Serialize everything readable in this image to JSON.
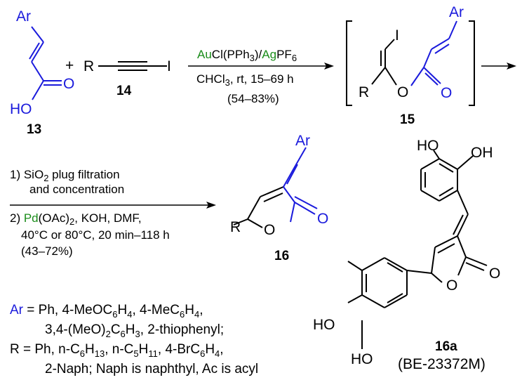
{
  "colors": {
    "black": "#000000",
    "blue": "#1a1adc",
    "green": "#1a8c1a"
  },
  "compounds": {
    "acid": {
      "label": "13",
      "ar": "Ar",
      "o": "O",
      "oh": "HO"
    },
    "iodoalkyne": {
      "label": "14",
      "r": "R",
      "i": "I",
      "plus": "+"
    },
    "ester": {
      "label": "15",
      "i": "I",
      "r": "R",
      "o1": "O",
      "o2": "O",
      "ar": "Ar"
    },
    "furanone": {
      "label": "16",
      "ar": "Ar",
      "r": "R",
      "o1": "O",
      "o2": "O"
    },
    "natural_product": {
      "label": "16a",
      "name": "(BE-23372M)",
      "ho1": "HO",
      "oh2": "OH",
      "ho3": "HO",
      "ho4": "HO",
      "o1": "O",
      "o2": "O"
    }
  },
  "step1": {
    "catalyst_a": "Au",
    "catalyst_b": "Cl(PPh",
    "catalyst_b_sub": "3",
    "catalyst_c": ")/",
    "catalyst_d": "Ag",
    "catalyst_e": "PF",
    "catalyst_e_sub": "6",
    "line2_a": "CHCl",
    "line2_a_sub": "3",
    "line2_b": ", rt, 15–69 h",
    "yield": "(54–83%)"
  },
  "step2": {
    "line1_a": "1) SiO",
    "line1_sub": "2",
    "line1_b": " plug filtration",
    "line2": "and concentration",
    "line3_a": "2) ",
    "line3_pd": "Pd",
    "line3_b": "(OAc)",
    "line3_sub": "2",
    "line3_c": ", KOH, DMF,",
    "line4": "40°C or 80°C, 20 min–118 h",
    "yield": "(43–72%)"
  },
  "legend": {
    "ar_key": "Ar",
    "ar_l1": [
      {
        "t": " = Ph, 4-MeOC"
      },
      {
        "t": "6",
        "sub": true
      },
      {
        "t": "H"
      },
      {
        "t": "4",
        "sub": true
      },
      {
        "t": ",  4-MeC"
      },
      {
        "t": "6",
        "sub": true
      },
      {
        "t": "H"
      },
      {
        "t": "4",
        "sub": true
      },
      {
        "t": ","
      }
    ],
    "ar_l2": [
      {
        "t": "3,4-(MeO)"
      },
      {
        "t": "2",
        "sub": true
      },
      {
        "t": "C"
      },
      {
        "t": "6",
        "sub": true
      },
      {
        "t": "H"
      },
      {
        "t": "3",
        "sub": true
      },
      {
        "t": ",  2-thiophenyl;"
      }
    ],
    "r_l1": [
      {
        "t": "R = Ph, n-C"
      },
      {
        "t": "6",
        "sub": true
      },
      {
        "t": "H"
      },
      {
        "t": "13",
        "sub": true
      },
      {
        "t": ", n-C"
      },
      {
        "t": "5",
        "sub": true
      },
      {
        "t": "H"
      },
      {
        "t": "11",
        "sub": true
      },
      {
        "t": ", 4-BrC"
      },
      {
        "t": "6",
        "sub": true
      },
      {
        "t": "H"
      },
      {
        "t": "4",
        "sub": true
      },
      {
        "t": ","
      }
    ],
    "r_l2": "2-Naph; Naph is naphthyl, Ac is acyl"
  }
}
